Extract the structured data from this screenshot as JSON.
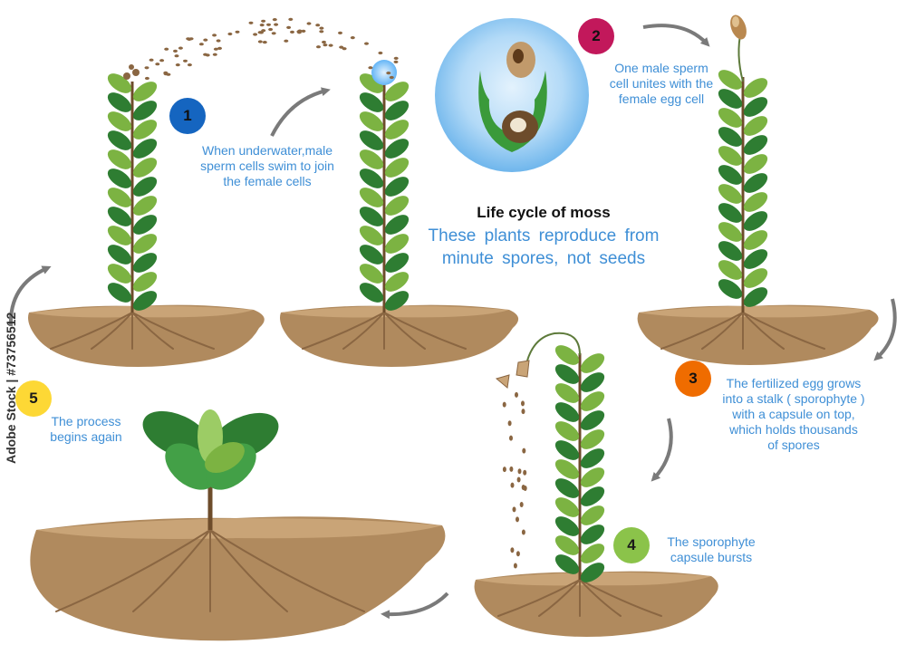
{
  "diagram": {
    "title": "Life cycle of moss",
    "subtitle_line1": "These  plants  reproduce  from",
    "subtitle_line2": "minute  spores,  not seeds",
    "watermark": "Adobe Stock | #73756512"
  },
  "steps": [
    {
      "number": "1",
      "color": "#1565c0",
      "lines": [
        "When underwater,male",
        "sperm cells swim to join",
        "the female cells"
      ]
    },
    {
      "number": "2",
      "color": "#c2185b",
      "lines": [
        "One male sperm",
        "cell unites with the",
        "female egg cell"
      ]
    },
    {
      "number": "3",
      "color": "#ef6c00",
      "lines": [
        "The fertilized egg grows",
        "into a stalk ( sporophyte )",
        "with a capsule on top,",
        "which holds thousands",
        "of spores"
      ]
    },
    {
      "number": "4",
      "color": "#8bc34a",
      "lines": [
        "The sporophyte",
        "capsule bursts"
      ]
    },
    {
      "number": "5",
      "color": "#fdd835",
      "lines": [
        "The process",
        "begins again"
      ]
    }
  ],
  "colors": {
    "soil": "#b08a5e",
    "soil_dark": "#8a6642",
    "leaf_dark": "#2e7d32",
    "leaf_light": "#7cb342",
    "text_blue": "#3f8fd6",
    "arrow_gray": "#7a7a7a",
    "bubble_blue": "#8fc7f2"
  }
}
